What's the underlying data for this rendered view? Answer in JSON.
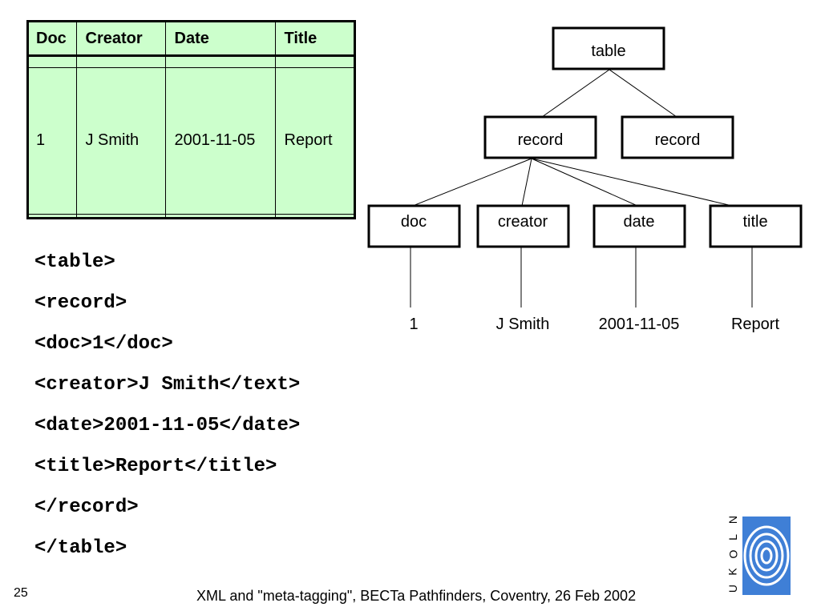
{
  "table": {
    "headers": [
      "Doc",
      "Creator",
      "Date",
      "Title"
    ],
    "rows": [
      [
        "",
        "",
        "",
        ""
      ],
      [
        "1",
        "J Smith",
        "2001-11-05",
        "Report"
      ],
      [
        "",
        "",
        "",
        ""
      ]
    ]
  },
  "xml_lines": [
    "<table>",
    "<record>",
    "<doc>1</doc>",
    "<creator>J Smith</text>",
    "<date>2001-11-05</date>",
    "<title>Report</title>",
    "</record>",
    "</table>"
  ],
  "tree": {
    "root": "table",
    "records": [
      "record",
      "record"
    ],
    "fields": [
      "doc",
      "creator",
      "date",
      "title"
    ],
    "values": [
      "1",
      "J Smith",
      "2001-11-05",
      "Report"
    ]
  },
  "footer": {
    "slide_number": "25",
    "text": "XML and \"meta-tagging\", BECTa Pathfinders, Coventry, 26 Feb 2002"
  },
  "logo": {
    "letters": [
      "U",
      "K",
      "O",
      "L",
      "N"
    ],
    "color": "#3f7fd6"
  }
}
